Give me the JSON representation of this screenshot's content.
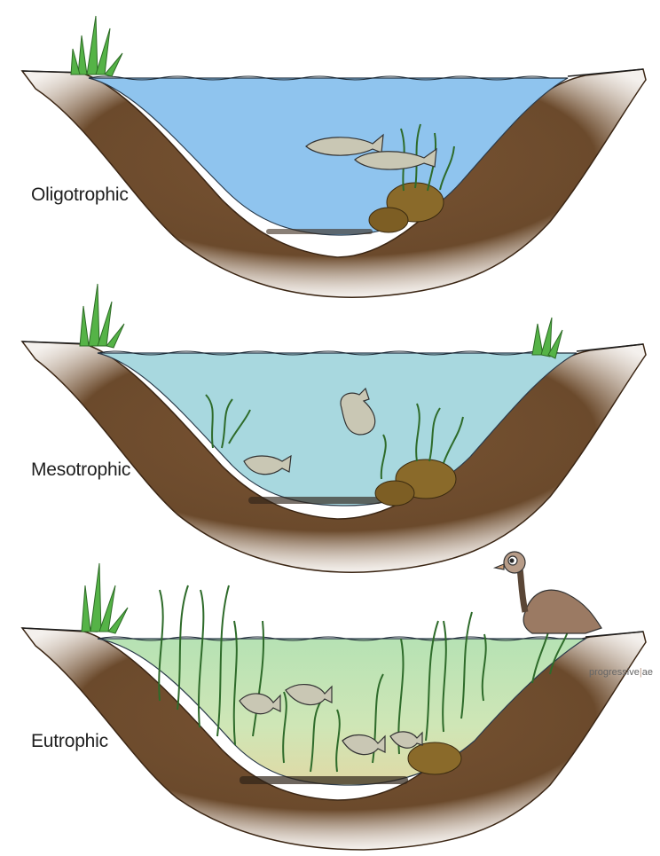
{
  "lake_types": [
    {
      "label": "Oligotrophic",
      "water_color": "#8fc4ee",
      "vegetation": "sparse",
      "fish_count": 2
    },
    {
      "label": "Mesotrophic",
      "water_color": "#a8d8df",
      "vegetation": "moderate",
      "fish_count": 2
    },
    {
      "label": "Eutrophic",
      "water_color": "#bfe6bf",
      "vegetation": "dense",
      "fish_count": 4
    }
  ],
  "colors": {
    "soil": "#6b4a2c",
    "soil_edge": "#3b2614",
    "grass": "#4fae3f"
  },
  "watermark": {
    "brand": "progressive",
    "suffix": "ae"
  }
}
